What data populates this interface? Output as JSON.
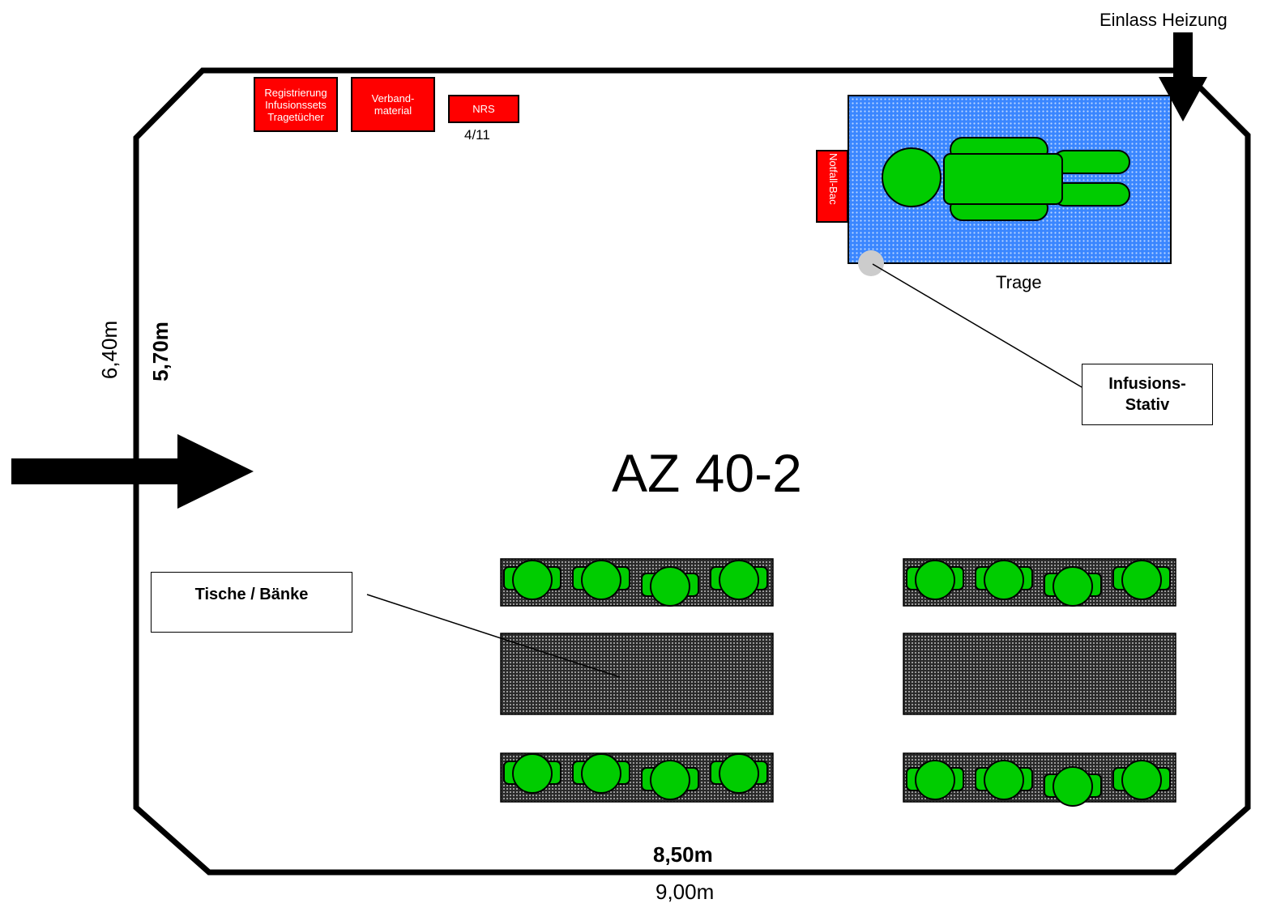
{
  "room_name": "AZ 40-2",
  "heating_label": "Einlass Heizung",
  "dimensions": {
    "width_inner": "8,50m",
    "width_outer": "9,00m",
    "height_outer": "6,40m",
    "height_inner": "5,70m"
  },
  "supply_boxes": {
    "registration": [
      "Registrierung",
      "Infusionssets",
      "Tragetücher"
    ],
    "bandage": [
      "Verband-",
      "material"
    ],
    "nrs": "NRS",
    "nrs_note": "4/11",
    "emergency_bag": "Notfall-Bac"
  },
  "stretcher_label": "Trage",
  "callouts": {
    "iv_stand": [
      "Infusions-",
      "Stativ"
    ],
    "tables": "Tische / Bänke"
  },
  "colors": {
    "supply": "#ff0000",
    "stretcher": "#3a86ff",
    "person": "#00cc00",
    "table": "#555555",
    "iv_stand": "#cccccc"
  }
}
